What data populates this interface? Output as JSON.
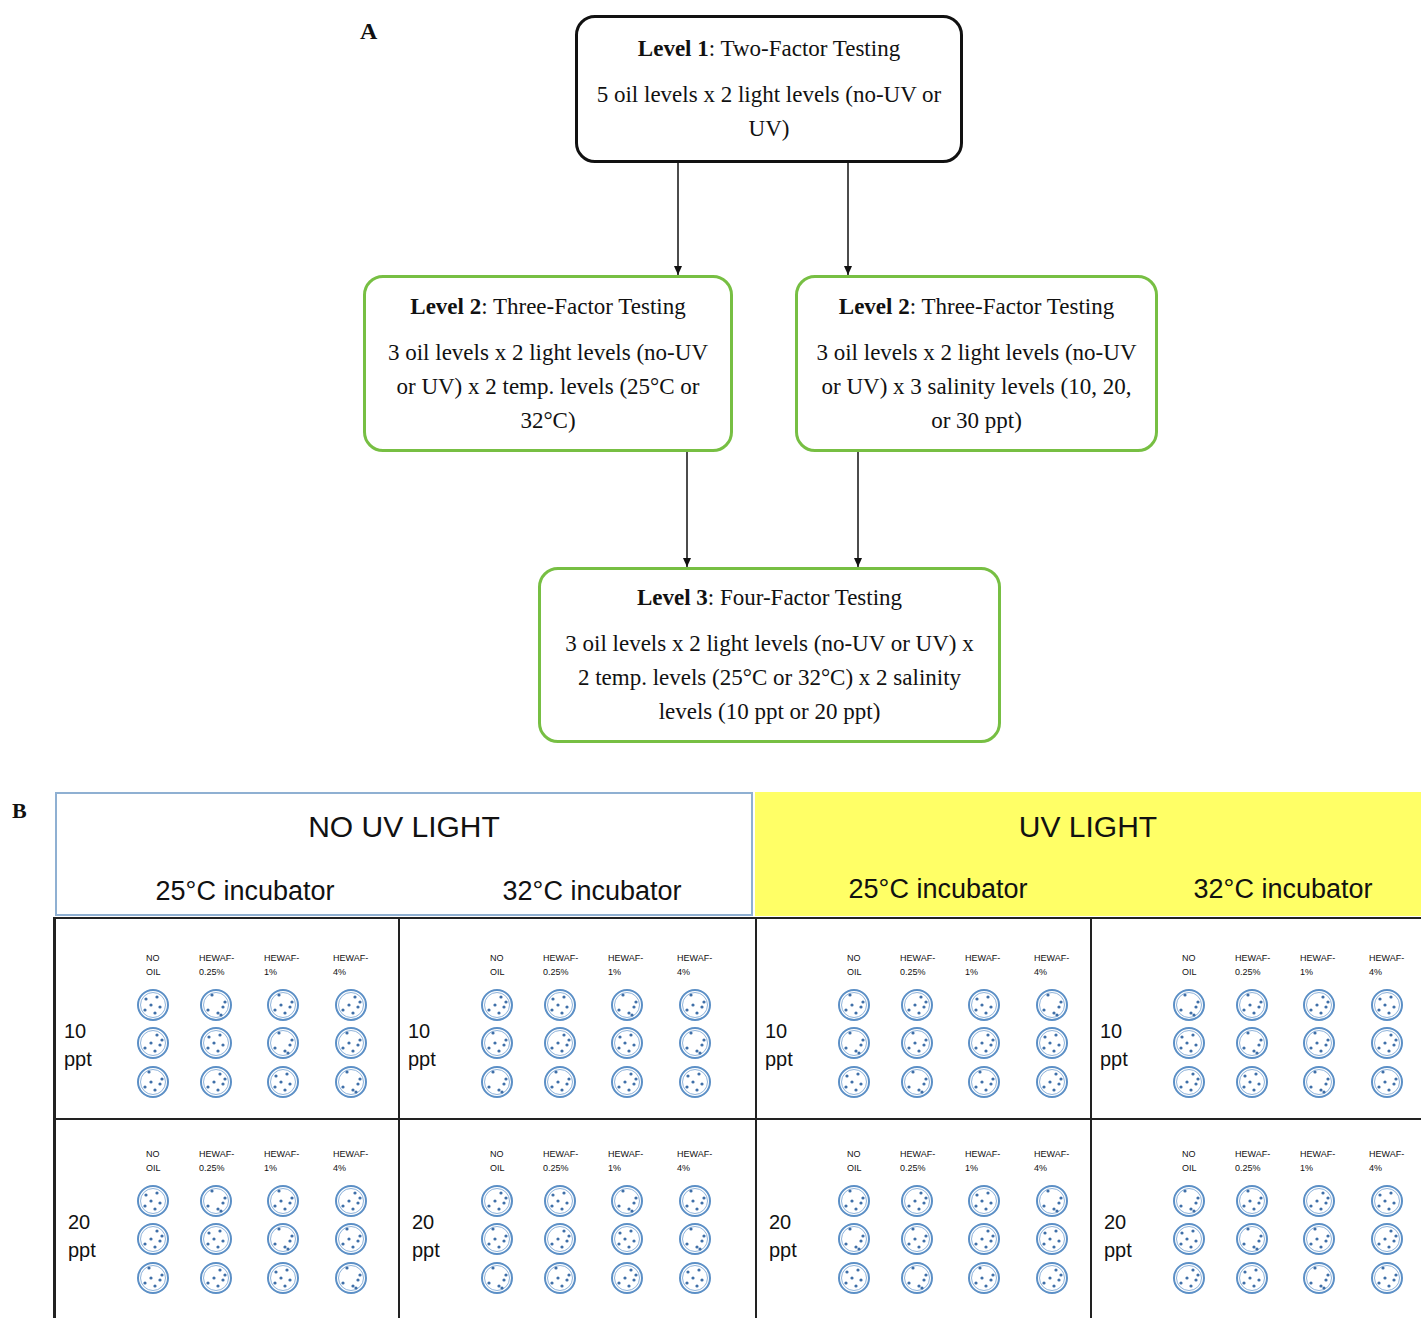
{
  "diagram": {
    "nodes": [
      {
        "text": [
          "Level 1: Two-Factor Testing",
          "5 oil levels x 2 light levels (no-UV or UV)"
        ]
      },
      {
        "text": [
          "Level 2: Three-Factor Testing",
          "3 oil levels x 2 light levels (no-UV or UV) x 2 temp. levels (25°C or 32°C)"
        ]
      },
      {
        "text": [
          "Level 2: Three-Factor Testing",
          "3 oil levels x 2 light levels (no-UV or UV) x 3 salinity levels (10, 20, or 30 ppt)"
        ]
      },
      {
        "text": [
          "Level 3: Four-Factor Testing",
          "3 oil levels x 2 light levels (no-UV or UV) x 2 temp. levels (25°C or 32°C) x 2 salinity levels (10 ppt or 20 ppt)"
        ]
      },
      {
        "text": [
          "NO UV LIGHT",
          "25°C incubator",
          "32°C incubator"
        ]
      },
      {
        "text": [
          "UV LIGHT",
          "25°C incubator",
          "32°C incubator"
        ]
      },
      {
        "text": [
          "10 ppt",
          "NO OIL",
          "HEWAF-0.25%",
          "HEWAF-1%",
          "HEWAF-4%"
        ]
      },
      {
        "text": [
          "10 ppt",
          "NO OIL",
          "HEWAF-0.25%",
          "HEWAF-1%",
          "HEWAF-4%"
        ]
      },
      {
        "text": [
          "10 ppt",
          "NO OIL",
          "HEWAF-0.25%",
          "HEWAF-1%",
          "HEWAF-4%"
        ]
      },
      {
        "text": [
          "10 ppt",
          "NO OIL",
          "HEWAF-0.25%",
          "HEWAF-1%",
          "HEWAF-4%"
        ]
      },
      {
        "text": [
          "20 ppt",
          "NO OIL",
          "HEWAF-0.25%",
          "HEWAF-1%",
          "HEWAF-4%"
        ]
      },
      {
        "text": [
          "20 ppt",
          "NO OIL",
          "HEWAF-0.25%",
          "HEWAF-1%",
          "HEWAF-4%"
        ]
      },
      {
        "text": [
          "20 ppt",
          "NO OIL",
          "HEWAF-0.25%",
          "HEWAF-1%",
          "HEWAF-4%"
        ]
      },
      {
        "text": [
          "20 ppt",
          "NO OIL",
          "HEWAF-0.25%",
          "HEWAF-1%",
          "HEWAF-4%"
        ]
      }
    ],
    "edges": [
      {
        "from": 0,
        "to": 1,
        "arrow": "to"
      },
      {
        "from": 0,
        "to": 2,
        "arrow": "to"
      },
      {
        "from": 1,
        "to": 3,
        "arrow": "to"
      },
      {
        "from": 2,
        "to": 3,
        "arrow": "to"
      }
    ],
    "labels": [
      "A",
      "B"
    ]
  }
}
